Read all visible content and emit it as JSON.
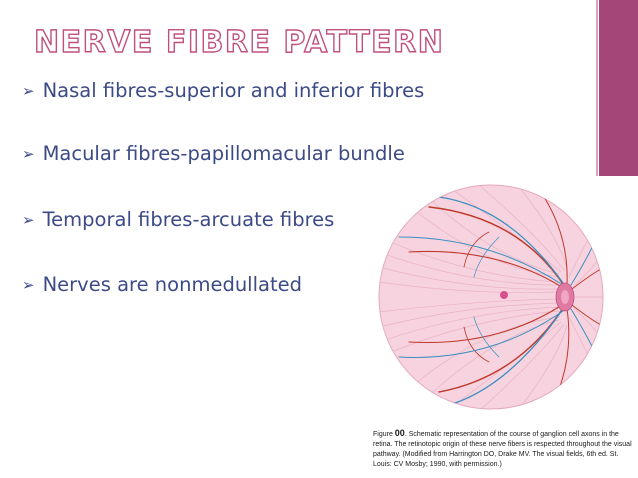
{
  "slide": {
    "title": "NERVE FIBRE PATTERN",
    "accent_color": "#a54678",
    "title_outline_color": "#c0507f",
    "text_color": "#3c4a86"
  },
  "bullets": [
    {
      "icon": "arrow-bullet-icon",
      "text": "Nasal fibres-superior and inferior fibres"
    },
    {
      "icon": "arrow-bullet-icon",
      "text": "Macular fibres-papillomacular bundle"
    },
    {
      "icon": "arrow-bullet-icon",
      "text": "Temporal fibres-arcuate  fibres"
    },
    {
      "icon": "arrow-bullet-icon",
      "text": "Nerves are nonmedullated"
    }
  ],
  "figure": {
    "caption_label": "Figure",
    "caption_number": "00",
    "caption_text": ". Schematic representation of the course of ganglion cell axons in the retina. The retinotopic origin of these nerve fibers is respected throughout the visual pathway. (Modified from Harrington DO, Drake MV. The visual fields, 6th ed. St. Louis: CV Mosby; 1990, with permission.)",
    "colors": {
      "retina": "#f3c9d6",
      "artery": "#c0392b",
      "vein": "#3a8fc0",
      "disc": "#e07aa3",
      "macula": "#d94f8c"
    }
  }
}
